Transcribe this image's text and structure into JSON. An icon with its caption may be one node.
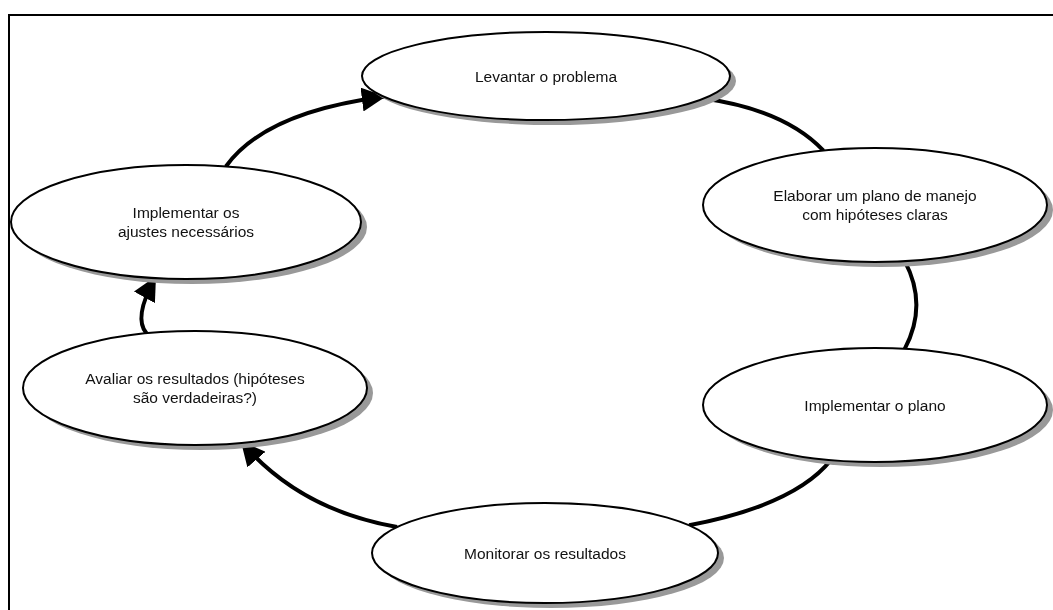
{
  "diagram": {
    "nodes": [
      {
        "text": [
          "Levantar o problema"
        ]
      },
      {
        "text": [
          "Elaborar um plano de manejo com hipóteses claras"
        ]
      },
      {
        "text": [
          "Implementar o plano"
        ]
      },
      {
        "text": [
          "Monitorar os resultados"
        ]
      },
      {
        "text": [
          "Avaliar os resultados (hipóteses são verdadeiras?)"
        ]
      },
      {
        "text": [
          "Implementar os ajustes necessários"
        ]
      }
    ],
    "edges": [
      {
        "from": 0,
        "to": 1,
        "arrow": "none"
      },
      {
        "from": 1,
        "to": 2,
        "arrow": "none"
      },
      {
        "from": 2,
        "to": 3,
        "arrow": "none"
      },
      {
        "from": 3,
        "to": 4,
        "arrow": "to"
      },
      {
        "from": 4,
        "to": 5,
        "arrow": "to"
      },
      {
        "from": 5,
        "to": 0,
        "arrow": "to"
      }
    ]
  }
}
